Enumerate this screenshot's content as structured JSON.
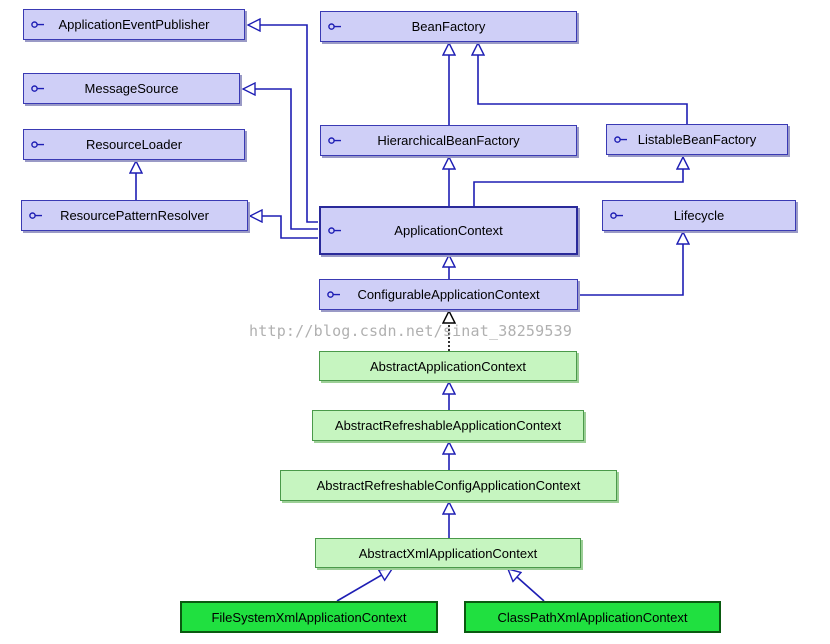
{
  "interfaces": {
    "application_event_publisher": "ApplicationEventPublisher",
    "bean_factory": "BeanFactory",
    "message_source": "MessageSource",
    "resource_loader": "ResourceLoader",
    "hierarchical_bean_factory": "HierarchicalBeanFactory",
    "listable_bean_factory": "ListableBeanFactory",
    "resource_pattern_resolver": "ResourcePatternResolver",
    "application_context": "ApplicationContext",
    "lifecycle": "Lifecycle",
    "configurable_application_context": "ConfigurableApplicationContext"
  },
  "abstract_classes": {
    "abstract_application_context": "AbstractApplicationContext",
    "abstract_refreshable_application_context": "AbstractRefreshableApplicationContext",
    "abstract_refreshable_config_application_context": "AbstractRefreshableConfigApplicationContext",
    "abstract_xml_application_context": "AbstractXmlApplicationContext"
  },
  "concrete_classes": {
    "file_system_xml_application_context": "FileSystemXmlApplicationContext",
    "class_path_xml_application_context": "ClassPathXmlApplicationContext"
  },
  "watermark": "http://blog.csdn.net/sinat_38259539",
  "colors": {
    "interface_fill": "#cfcff7",
    "interface_border": "#3a3ab4",
    "abstract_fill": "#c6f5c0",
    "concrete_fill": "#20e040",
    "connector": "#1e1eb4"
  }
}
